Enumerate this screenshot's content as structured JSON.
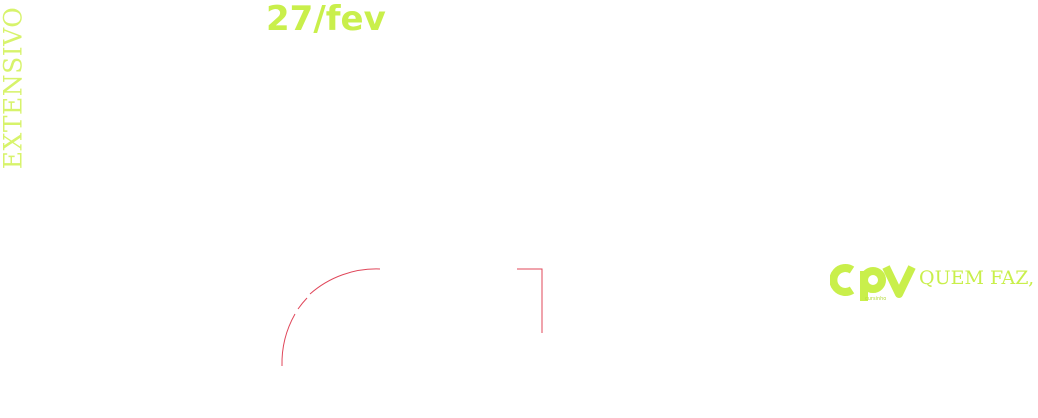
{
  "vertical_label": "EXTENSIVO",
  "date": "27/fev",
  "logo": {
    "mark_text": "cpv",
    "sub_text": "cursinho",
    "tagline": "QUEM FAZ,"
  },
  "colors": {
    "accent_green": "#c9ef4b",
    "light_green": "#d7f36b",
    "decor_red": "#e0475a"
  }
}
